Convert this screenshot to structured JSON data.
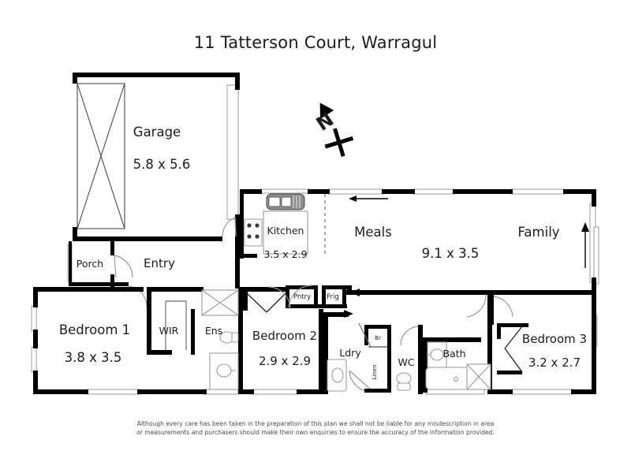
{
  "title": "11 Tatterson Court, Warragul",
  "disclaimer": "Although every care has been taken in the preparation of this plan we shall not be liable for any misdescription in area or measurements and purchasers should make their own enquiries to ensure the accuracy of the information provided.",
  "compass": {
    "label": "N",
    "name": "north-arrow"
  },
  "rooms": [
    {
      "key": "garage",
      "label": "Garage",
      "dims": "5.8 x 5.6"
    },
    {
      "key": "kitchen",
      "label": "Kitchen",
      "dims": "3.5 x 2.9"
    },
    {
      "key": "meals",
      "label": "Meals",
      "dims": "9.1 x 3.5"
    },
    {
      "key": "family",
      "label": "Family",
      "dims": ""
    },
    {
      "key": "bedroom1",
      "label": "Bedroom 1",
      "dims": "3.8 x 3.5"
    },
    {
      "key": "bedroom2",
      "label": "Bedroom 2",
      "dims": "2.9 x 2.9"
    },
    {
      "key": "bedroom3",
      "label": "Bedroom 3",
      "dims": "3.2 x 2.7"
    }
  ],
  "spaces": [
    {
      "key": "porch",
      "label": "Porch"
    },
    {
      "key": "entry",
      "label": "Entry"
    },
    {
      "key": "wir",
      "label": "WIR"
    },
    {
      "key": "ens",
      "label": "Ens"
    },
    {
      "key": "ldry",
      "label": "Ldry"
    },
    {
      "key": "wc",
      "label": "WC"
    },
    {
      "key": "bath",
      "label": "Bath"
    },
    {
      "key": "pntry",
      "label": "Pntry"
    },
    {
      "key": "frig",
      "label": "Frig"
    },
    {
      "key": "linen",
      "label": "Linen"
    },
    {
      "key": "br",
      "label": "Br"
    }
  ],
  "labels": {
    "garage_name": "Garage",
    "garage_dims": "5.8 x 5.6",
    "kitchen_name": "Kitchen",
    "kitchen_dims": "3.5 x 2.9",
    "meals_name": "Meals",
    "meals_dims": "9.1 x 3.5",
    "family_name": "Family",
    "bedroom1_name": "Bedroom 1",
    "bedroom1_dims": "3.8 x 3.5",
    "bedroom2_name": "Bedroom 2",
    "bedroom2_dims": "2.9 x 2.9",
    "bedroom3_name": "Bedroom 3",
    "bedroom3_dims": "3.2 x 2.7",
    "porch": "Porch",
    "entry": "Entry",
    "wir": "WIR",
    "ens": "Ens",
    "ldry": "Ldry",
    "wc": "WC",
    "bath": "Bath",
    "pntry": "Pntry",
    "frig": "Frig",
    "linen": "Linen",
    "br": "Br",
    "compass_n": "N"
  },
  "colors": {
    "wall": "#000000",
    "fixture_line": "#9a9a9a",
    "window": "#dcdcdc",
    "text": "#1c1c1c",
    "disclaimer_text": "#4a4a4a",
    "background": "#ffffff"
  }
}
